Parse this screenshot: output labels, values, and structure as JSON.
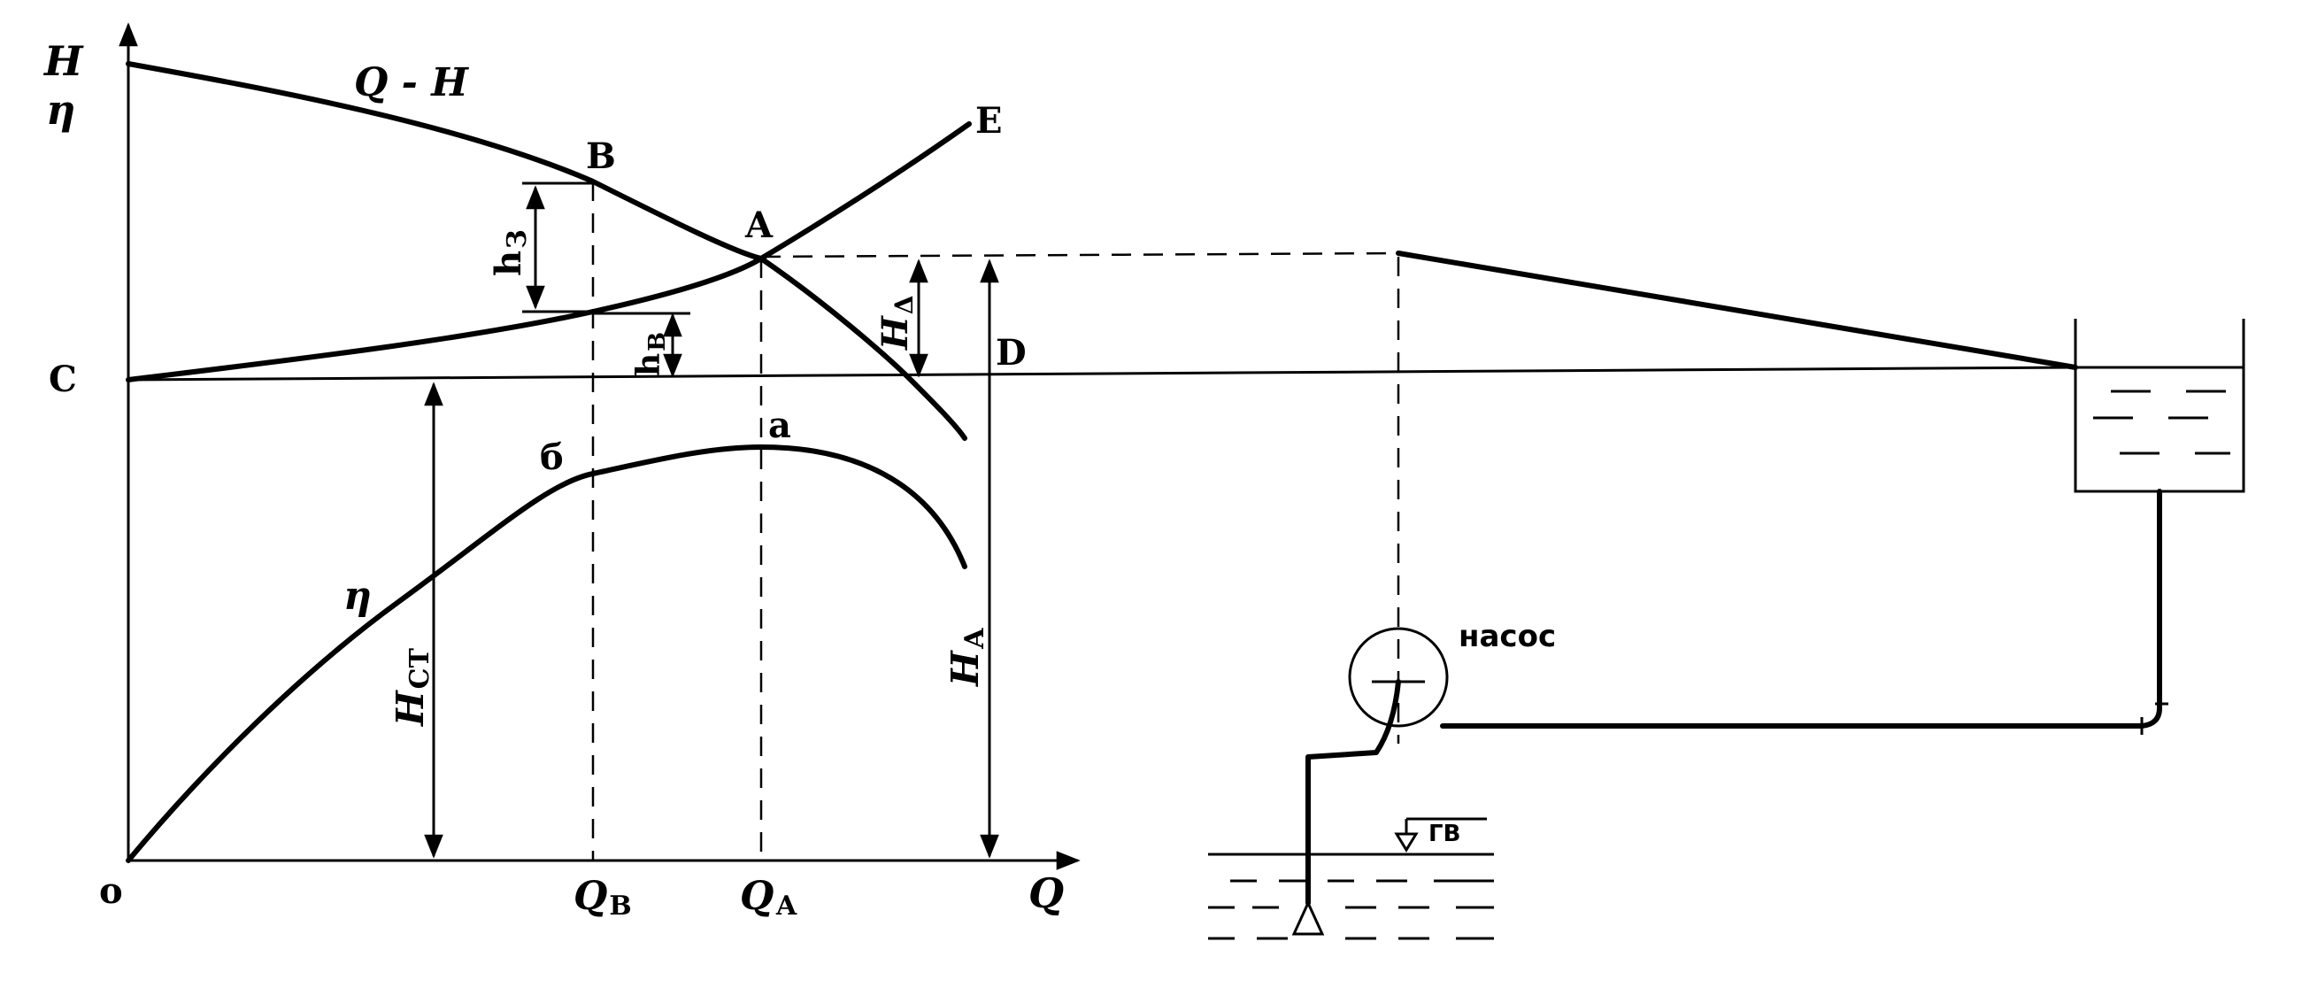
{
  "axes": {
    "y_label_H": "H",
    "y_label_eta": "η",
    "x_label": "Q",
    "origin": "o",
    "x_tick_B": "Q",
    "x_tick_B_sub": "В",
    "x_tick_A": "Q",
    "x_tick_A_sub": "А"
  },
  "curves": {
    "qh_label": "Q - H",
    "eta_label": "η",
    "system_end_label": "E"
  },
  "points": {
    "A": "A",
    "B": "B",
    "C": "C",
    "D": "D",
    "a": "а",
    "b": "б"
  },
  "dimensions": {
    "h_z": "h",
    "h_z_sub": "З",
    "h_v": "h",
    "h_v_sub": "В",
    "H_delta": "H",
    "H_delta_sub": "Δ",
    "H_st": "H",
    "H_st_sub": "СТ",
    "H_A": "H",
    "H_A_sub": "А"
  },
  "schematic": {
    "pump_label": "насос",
    "water_level_label": "ГВ"
  }
}
